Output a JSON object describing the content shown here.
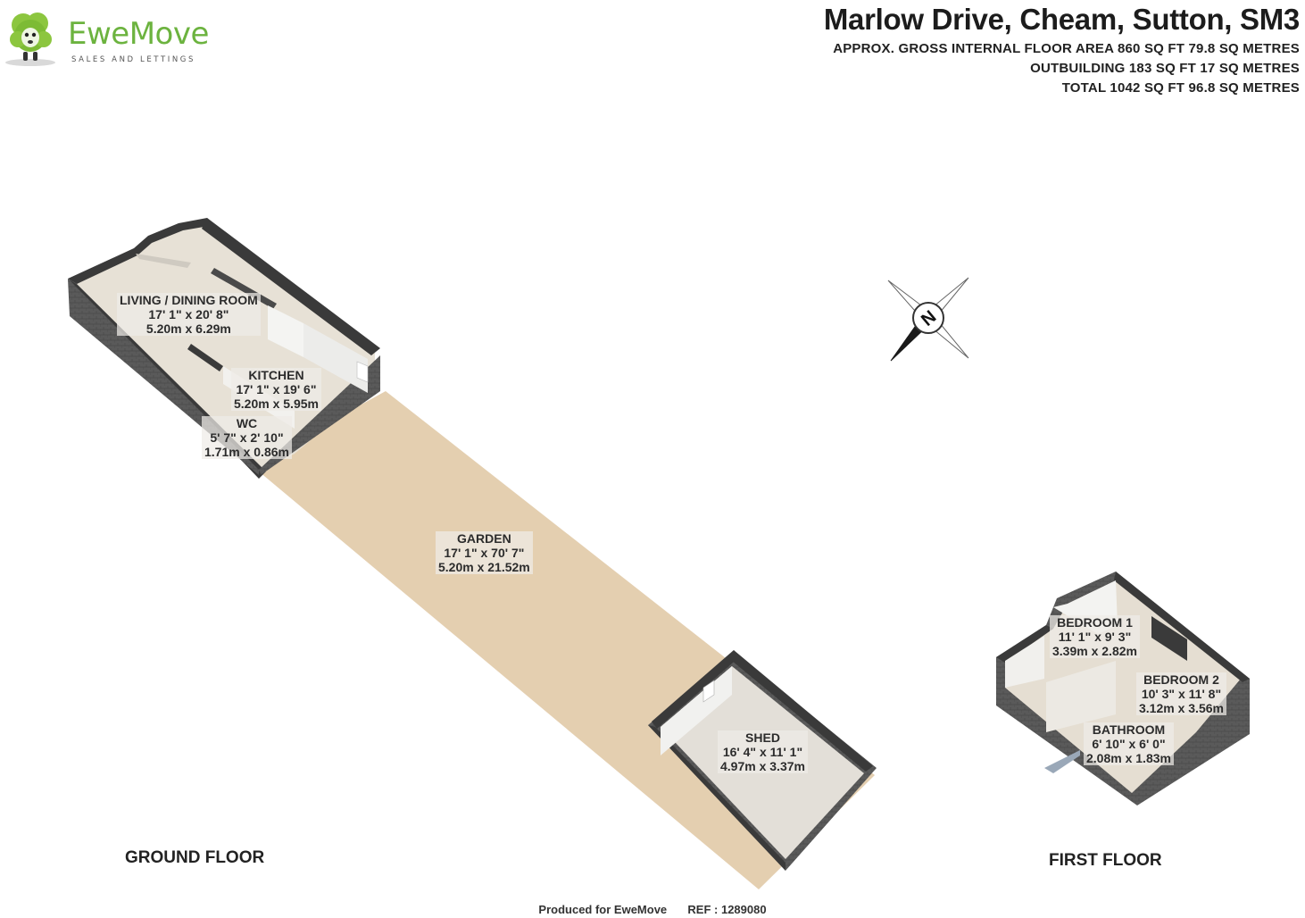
{
  "brand": {
    "name": "EweMove",
    "tagline": "SALES AND LETTINGS",
    "accent_color": "#6cb33f",
    "logo_icon": "sheep-mascot-icon"
  },
  "header": {
    "address": "Marlow Drive, Cheam, Sutton, SM3",
    "area_lines": [
      "APPROX. GROSS INTERNAL FLOOR AREA 860 SQ FT 79.8 SQ METRES",
      "OUTBUILDING 183 SQ FT 17 SQ METRES",
      "TOTAL 1042 SQ FT 96.8 SQ METRES"
    ]
  },
  "compass": {
    "icon": "compass-north-icon",
    "letter": "N"
  },
  "floors": {
    "ground": {
      "label": "GROUND FLOOR"
    },
    "first": {
      "label": "FIRST FLOOR"
    }
  },
  "rooms": {
    "living": {
      "name": "LIVING / DINING ROOM",
      "imperial": "17' 1\" x 20' 8\"",
      "metric": "5.20m x 6.29m"
    },
    "kitchen": {
      "name": "KITCHEN",
      "imperial": "17' 1\" x 19' 6\"",
      "metric": "5.20m x 5.95m"
    },
    "wc": {
      "name": "WC",
      "imperial": "5' 7\" x 2' 10\"",
      "metric": "1.71m x 0.86m"
    },
    "garden": {
      "name": "GARDEN",
      "imperial": "17' 1\" x 70' 7\"",
      "metric": "5.20m x 21.52m"
    },
    "shed": {
      "name": "SHED",
      "imperial": "16' 4\" x 11' 1\"",
      "metric": "4.97m x 3.37m"
    },
    "bedroom1": {
      "name": "BEDROOM 1",
      "imperial": "11' 1\" x 9' 3\"",
      "metric": "3.39m x 2.82m"
    },
    "bedroom2": {
      "name": "BEDROOM 2",
      "imperial": "10' 3\" x 11' 8\"",
      "metric": "3.12m x 3.56m"
    },
    "bathroom": {
      "name": "BATHROOM",
      "imperial": "6' 10\" x 6' 0\"",
      "metric": "2.08m x 1.83m"
    }
  },
  "footer": {
    "produced": "Produced for EweMove",
    "ref": "REF : 1289080"
  }
}
